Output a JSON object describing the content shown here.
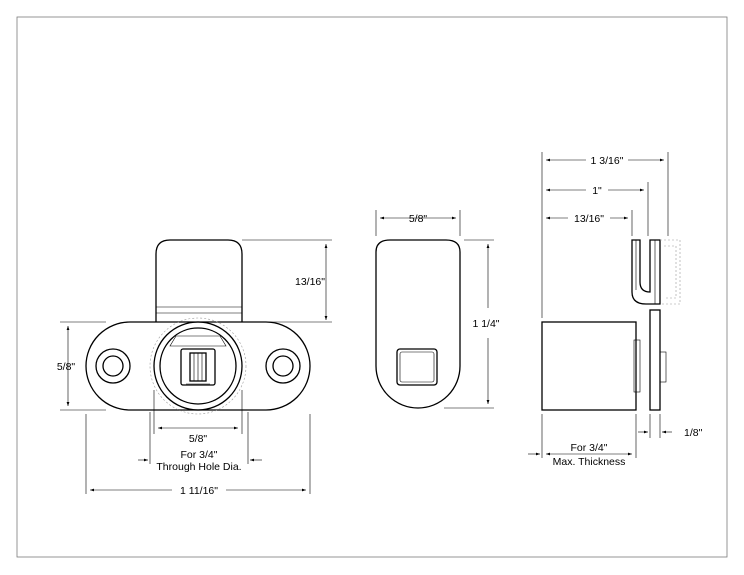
{
  "front_view": {
    "dim_height": "13/16\"",
    "dim_body_height": "5/8\"",
    "dim_hole": "5/8\"",
    "hole_note_line1": "For 3/4\"",
    "hole_note_line2": "Through Hole Dia.",
    "dim_width": "1 11/16\""
  },
  "middle_view": {
    "dim_width": "5/8\"",
    "dim_height": "1 1/4\""
  },
  "side_view": {
    "dim_overall": "1 3/16\"",
    "dim_mid": "1\"",
    "dim_body": "13/16\"",
    "dim_plate": "1/8\"",
    "thickness_note_line1": "For 3/4\"",
    "thickness_note_line2": "Max. Thickness"
  }
}
